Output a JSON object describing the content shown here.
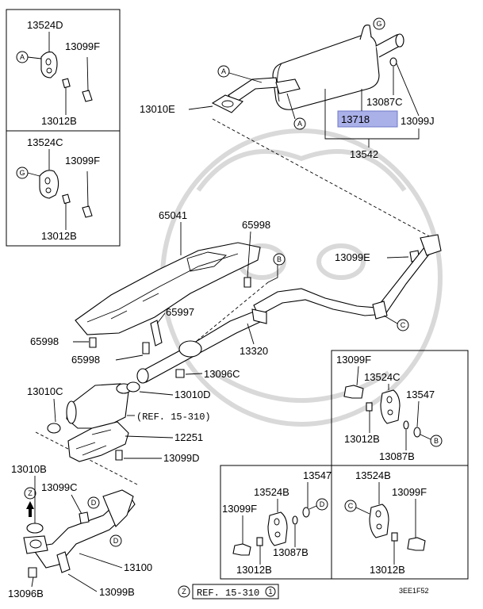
{
  "colors": {
    "highlight": "#aab0e8",
    "line": "#000000",
    "watermark": "#d9d9d9"
  },
  "labels": {
    "p13524D": "13524D",
    "p13099F_1": "13099F",
    "p13012B_1": "13012B",
    "p13524C": "13524C",
    "p13099F_2": "13099F",
    "p13012B_2": "13012B",
    "p13010E": "13010E",
    "p13087C": "13087C",
    "p13718": "13718",
    "p13099J": "13099J",
    "p13542": "13542",
    "p65041": "65041",
    "p65998_1": "65998",
    "p13099E": "13099E",
    "p65997": "65997",
    "p65998_2": "65998",
    "p65998_3": "65998",
    "p13320": "13320",
    "p13096C": "13096C",
    "p13010C": "13010C",
    "p13010D": "13010D",
    "p12251": "12251",
    "p13099D": "13099D",
    "p13010B": "13010B",
    "p13099C": "13099C",
    "p13100": "13100",
    "p13096B": "13096B",
    "p13099B": "13099B",
    "p13099F_3": "13099F",
    "p13524C_2": "13524C",
    "p13547_1": "13547",
    "p13012B_3": "13012B",
    "p13087B_1": "13087B",
    "p13547_2": "13547",
    "p13524B_1": "13524B",
    "p13099F_4": "13099F",
    "p13087B_2": "13087B",
    "p13012B_4": "13012B",
    "p13524B_2": "13524B",
    "p13099F_5": "13099F",
    "p13012B_5": "13012B",
    "ref1": "(REF. 15-310)",
    "ref2": "REF. 15-310",
    "ref2_num": "1",
    "doc_code": "3EE1F52"
  },
  "markers": {
    "A": "A",
    "B": "B",
    "C": "C",
    "D": "D",
    "G": "G",
    "Z": "Z"
  }
}
